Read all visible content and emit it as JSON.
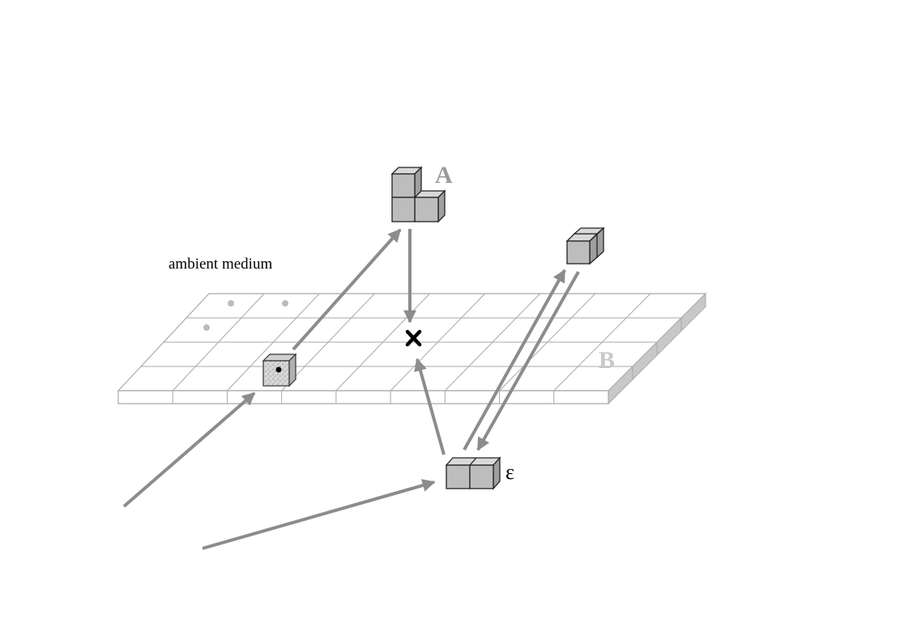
{
  "labels": {
    "a": "A",
    "b": "B",
    "epsilon": "ε",
    "ambient": "ambient medium"
  },
  "colors": {
    "arrow": "#8c8c8c",
    "cube_top": "#d9d9d9",
    "cube_front": "#bdbdbd",
    "cube_side": "#9f9f9f",
    "grid_line": "#a9a9a9",
    "slab_side": "#c8c8c8",
    "label_a": "#9a9a9a",
    "label_b": "#c9c9c9",
    "cross": "#000000",
    "dots": "#bcbcbc"
  }
}
